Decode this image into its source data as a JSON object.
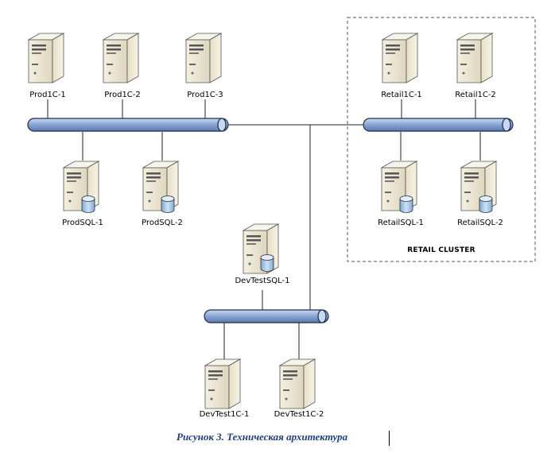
{
  "servers": {
    "prod1c1": "Prod1C-1",
    "prod1c2": "Prod1C-2",
    "prod1c3": "Prod1C-3",
    "prodsql1": "ProdSQL-1",
    "prodsql2": "ProdSQL-2",
    "retail1c1": "Retail1C-1",
    "retail1c2": "Retail1C-2",
    "retailsql1": "RetailSQL-1",
    "retailsql2": "RetailSQL-2",
    "devtestsql1": "DevTestSQL-1",
    "devtest1c1": "DevTest1C-1",
    "devtest1c2": "DevTest1C-2"
  },
  "cluster_label": "RETAIL CLUSTER",
  "caption": "Рисунок 3. Техническая архитектура",
  "colors": {
    "bus_fill": "#8ea9d8",
    "bus_stroke": "#1f2d4d",
    "db_fill": "#9ec3e6",
    "caption": "#1f3f78"
  }
}
